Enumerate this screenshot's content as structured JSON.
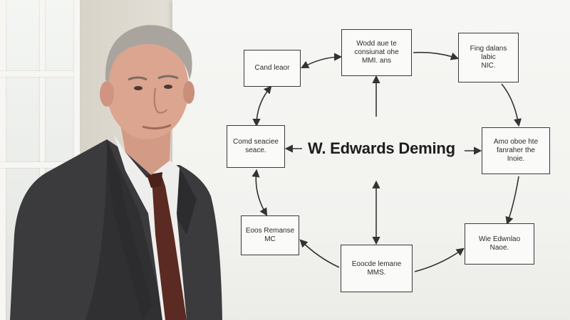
{
  "whiteboard": {
    "center_title": "W. Edwards Deming",
    "nodes": [
      {
        "id": "left-top",
        "text": "Cand leaor"
      },
      {
        "id": "top-center",
        "text": "Wodd aue te\nconsiunat ohe\nMMI. ans"
      },
      {
        "id": "top-right",
        "text": "Fing dalans\nlabic\nNIC."
      },
      {
        "id": "left-middle",
        "text": "Comd seaciee\nseace."
      },
      {
        "id": "right-middle",
        "text": "Amo oboe hte\nfanraher the\nInoie."
      },
      {
        "id": "left-bottom",
        "text": "Eoos Remanse\nMC"
      },
      {
        "id": "bottom-center",
        "text": "Eoocde lemane\nMMS."
      },
      {
        "id": "right-bottom",
        "text": "Wie Edwnlao\nNaoe."
      }
    ]
  },
  "colors": {
    "board": "#f4f4f1",
    "ink": "#2b2b2b",
    "suit": "#3b3b3d",
    "tie": "#5b2a22"
  }
}
